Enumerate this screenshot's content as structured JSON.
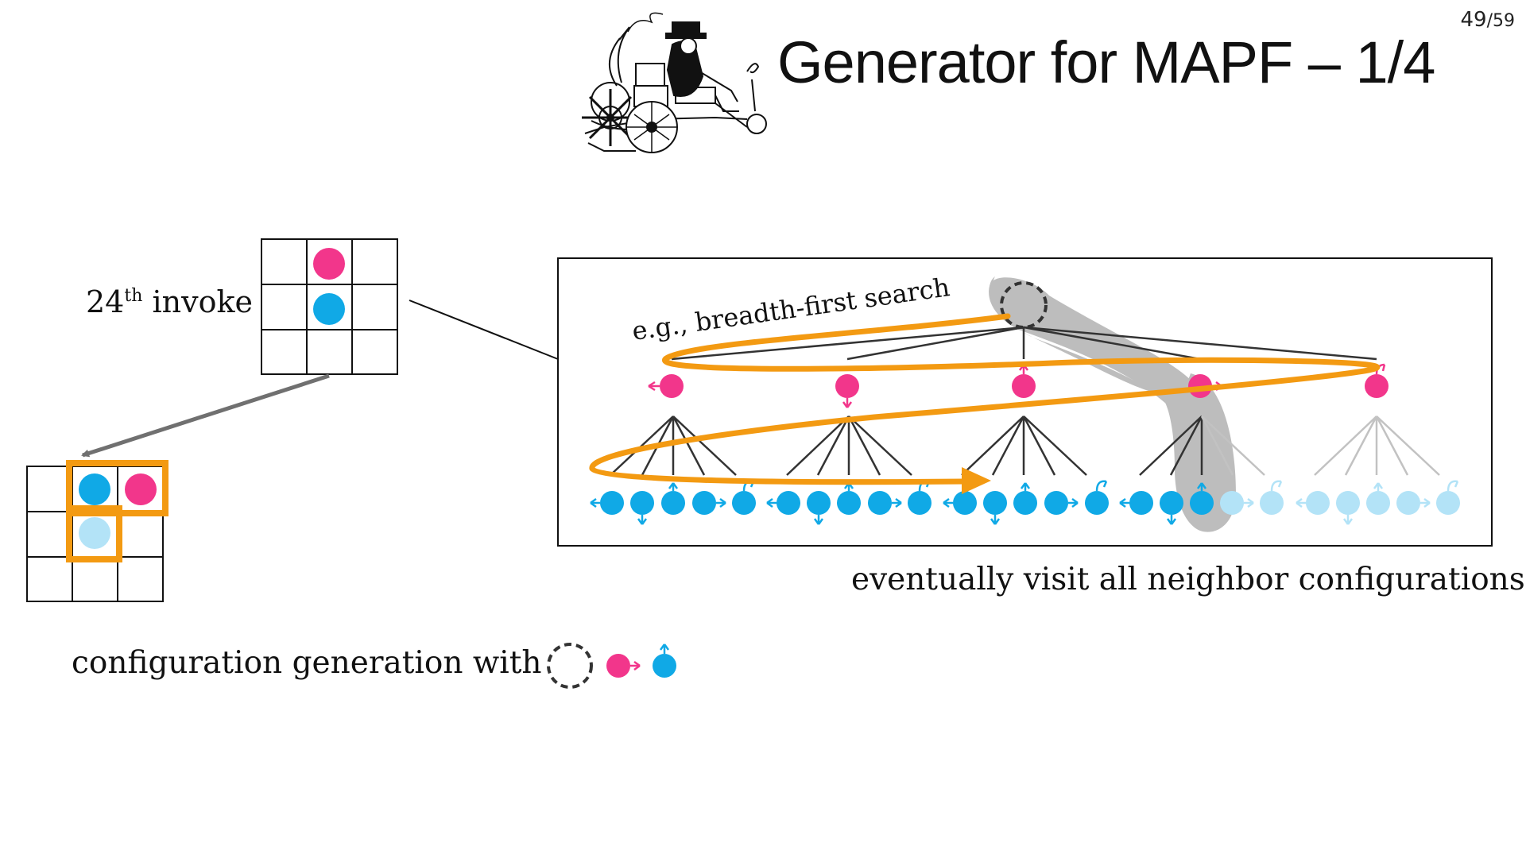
{
  "slide": {
    "title": "Generator for MAPF – 1/4",
    "page_current": "49",
    "page_total": "/59"
  },
  "left": {
    "invoke_number": "24",
    "invoke_suffix": "th",
    "invoke_word": "invoke"
  },
  "tree_box": {
    "bfs_label": "e.g., breadth-first search",
    "caption": "eventually visit all neighbor configurations"
  },
  "bottom": {
    "caption": "configuration generation with"
  },
  "colors": {
    "agent_pink": "#f2368b",
    "agent_blue": "#10a9e6",
    "agent_blue_light": "#b3e3f7",
    "highlight_orange": "#f39a12",
    "search_shade": "#bdbdbd",
    "grid_line": "#111111"
  },
  "icons": [
    "illustration-steam-vehicle",
    "dashed-circle-icon",
    "arrow-icon"
  ]
}
